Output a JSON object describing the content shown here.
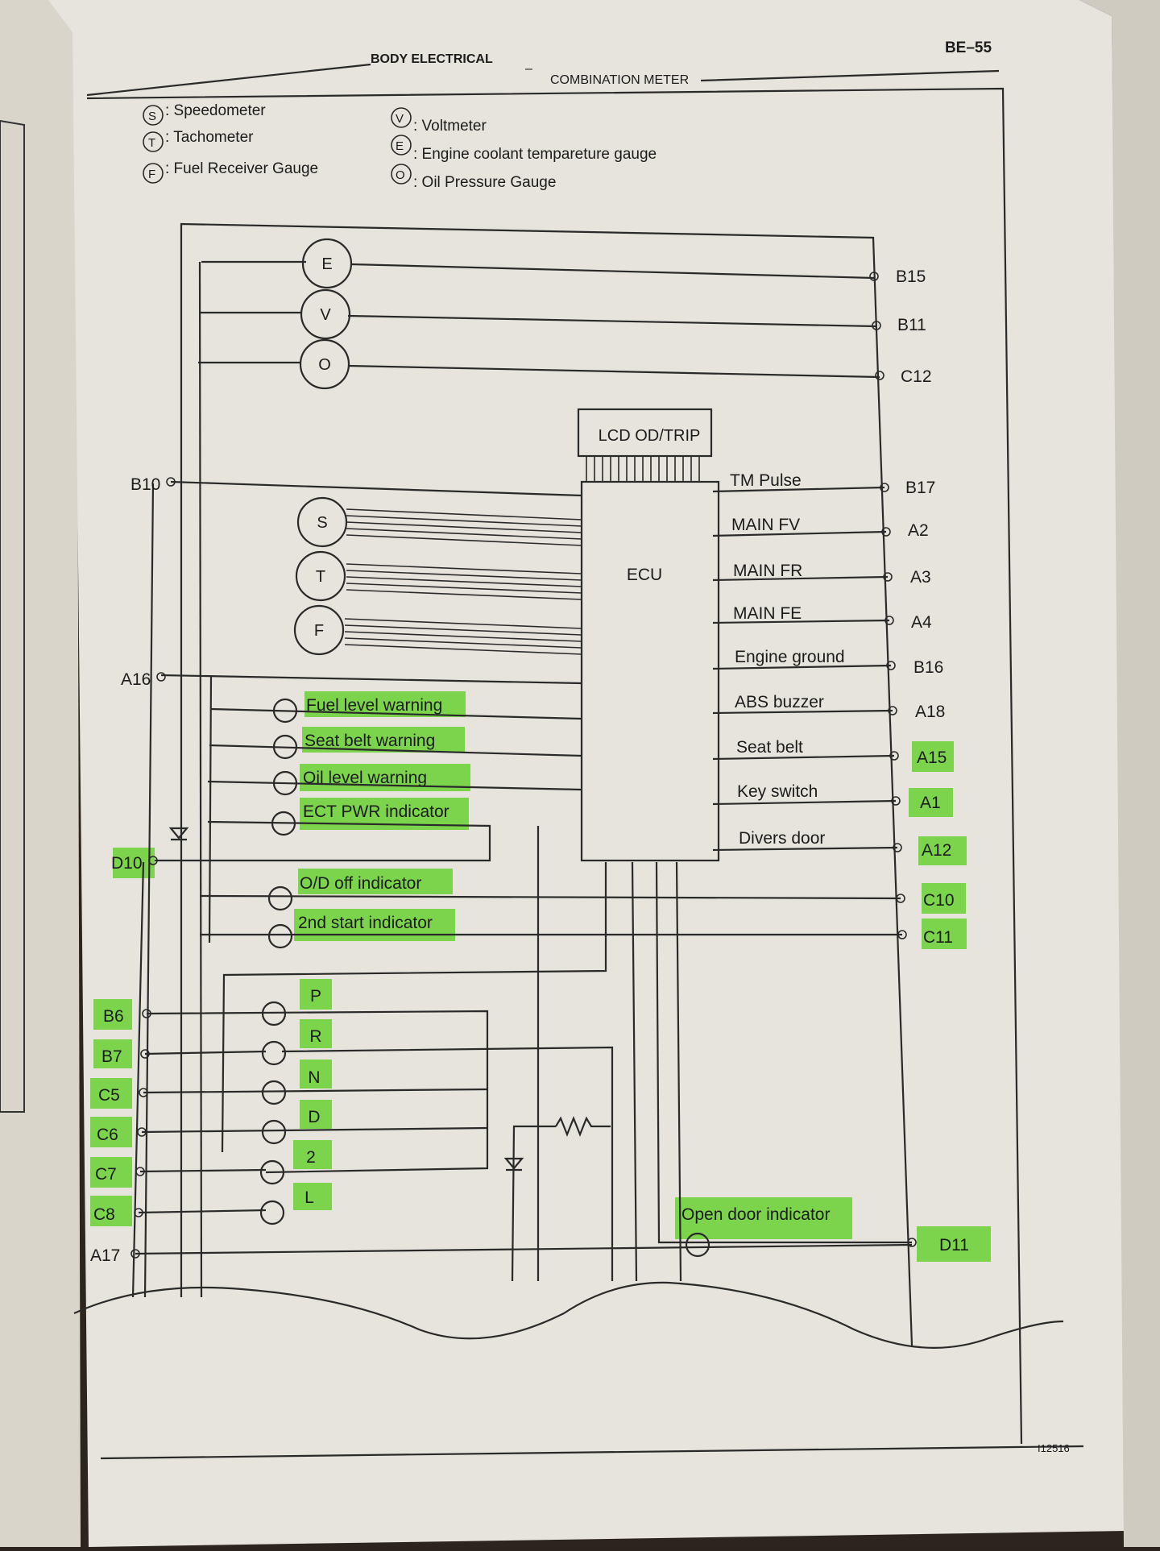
{
  "header": {
    "page_number": "BE–55",
    "section": "BODY ELECTRICAL",
    "separator": "–",
    "subsection": "COMBINATION METER"
  },
  "legend": {
    "S": {
      "symbol": "S",
      "label": ": Speedometer"
    },
    "T": {
      "symbol": "T",
      "label": ": Tachometer"
    },
    "F": {
      "symbol": "F",
      "label": ": Fuel Receiver Gauge"
    },
    "V": {
      "symbol": "V",
      "label": ": Voltmeter"
    },
    "E": {
      "symbol": "E",
      "label": ": Engine coolant tempareture gauge"
    },
    "O": {
      "symbol": "O",
      "label": ": Oil Pressure Gauge"
    }
  },
  "gauges": {
    "E": "E",
    "V": "V",
    "O": "O",
    "S": "S",
    "T": "T",
    "F": "F"
  },
  "ecu": {
    "lcd_label": "LCD OD/TRIP",
    "label": "ECU"
  },
  "ecu_signals": {
    "tm_pulse": "TM Pulse",
    "main_fv": "MAIN FV",
    "main_fr": "MAIN FR",
    "main_fe": "MAIN FE",
    "engine_ground": "Engine ground",
    "abs_buzzer": "ABS buzzer",
    "seat_belt": "Seat belt",
    "key_switch": "Key switch",
    "divers_door": "Divers door"
  },
  "indicators": {
    "fuel_level": "Fuel level warning",
    "seat_belt": "Seat belt warning",
    "oil_level": "Oil level warning",
    "ect_pwr": "ECT PWR indicator",
    "od_off": "O/D off indicator",
    "second_start": "2nd start indicator",
    "open_door": "Open door indicator"
  },
  "gear_positions": {
    "P": "P",
    "R": "R",
    "N": "N",
    "D": "D",
    "two": "2",
    "L": "L"
  },
  "terminals_right": {
    "B15": "B15",
    "B11": "B11",
    "C12": "C12",
    "B17": "B17",
    "A2": "A2",
    "A3": "A3",
    "A4": "A4",
    "B16": "B16",
    "A18": "A18",
    "A15": "A15",
    "A1": "A1",
    "A12": "A12",
    "C10": "C10",
    "C11": "C11",
    "D11": "D11"
  },
  "terminals_left": {
    "B10": "B10",
    "A16": "A16",
    "D10": "D10",
    "B6": "B6",
    "B7": "B7",
    "C5": "C5",
    "C6": "C6",
    "C7": "C7",
    "C8": "C8",
    "A17": "A17"
  },
  "figure_id": "I12516",
  "colors": {
    "highlight": "#6fd23b",
    "paper": "#e9e7df",
    "ink": "#1c1c1c"
  }
}
